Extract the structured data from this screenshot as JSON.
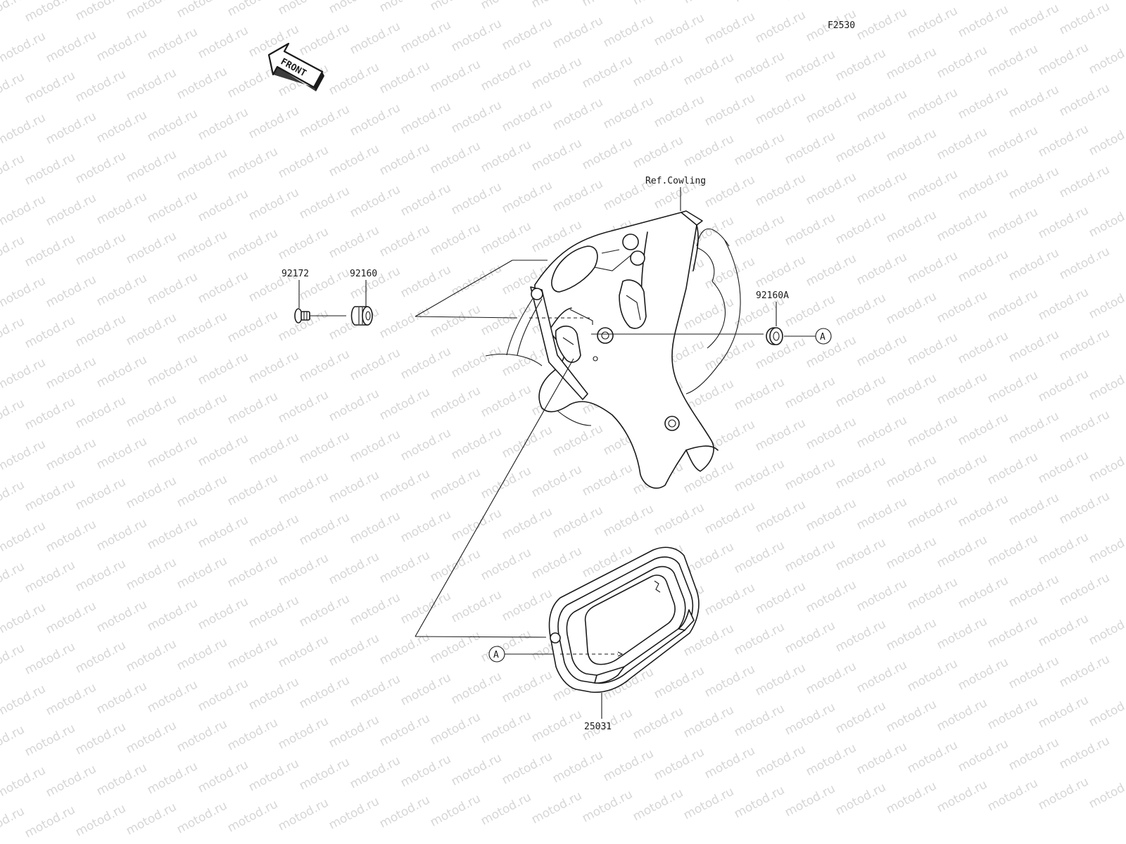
{
  "watermark_text": "motod.ru",
  "diagram_code": "F2530",
  "front_arrow_label": "FRONT",
  "reference_label": "Ref.Cowling",
  "parts": {
    "screw": "92172",
    "grommet": "92160",
    "grommet_a": "92160A",
    "meter_assembly": "25031"
  },
  "callout_marker": "A"
}
